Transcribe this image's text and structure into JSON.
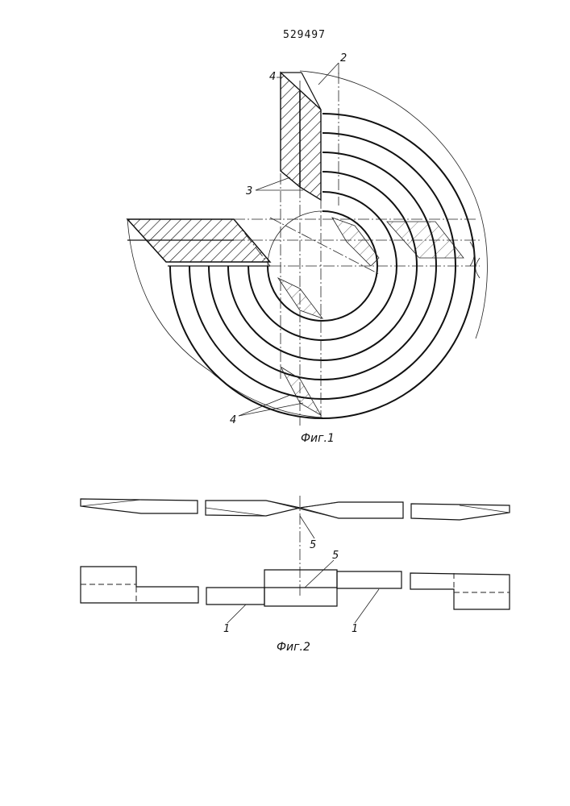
{
  "document": {
    "patent_number": "529497"
  },
  "figure1": {
    "caption": "Фиг.1",
    "labels": {
      "top_left": "4",
      "top_right": "2",
      "middle_left": "3",
      "bottom": "4"
    }
  },
  "figure2": {
    "caption": "Фиг.2",
    "labels": {
      "upper_joint": "5",
      "lower_joint": "5",
      "left_piece": "1",
      "right_piece": "1"
    }
  }
}
